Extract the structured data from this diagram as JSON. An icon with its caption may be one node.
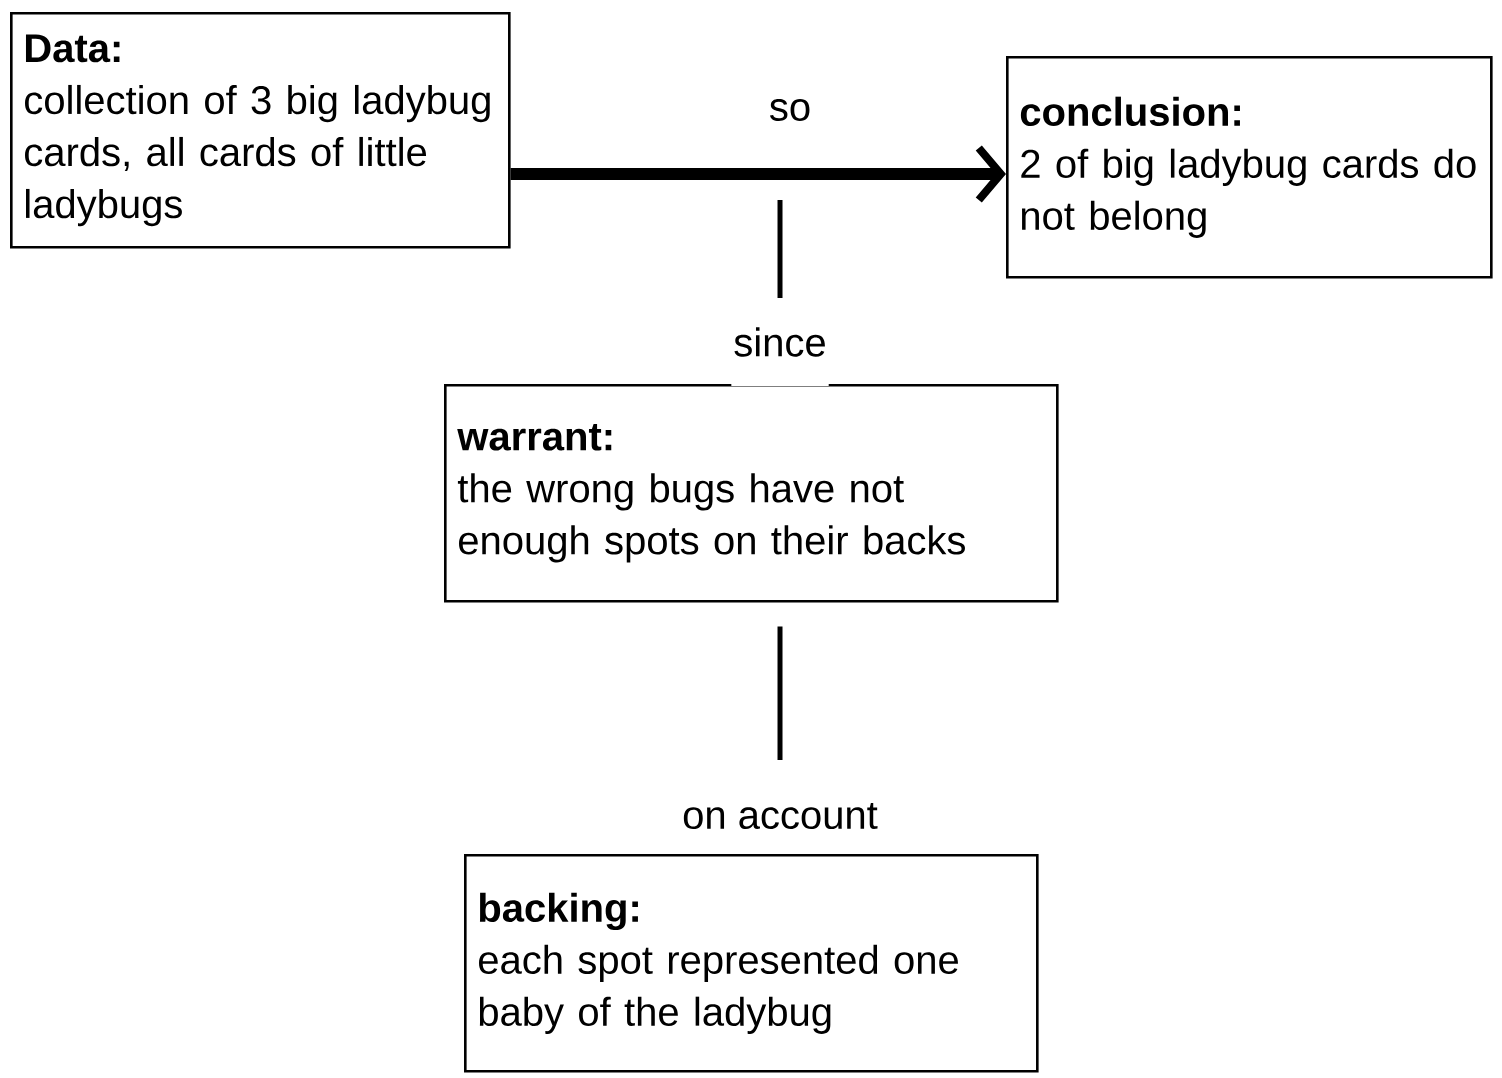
{
  "diagram": {
    "nodes": [
      {
        "text": [
          "Data:",
          "collection of 3 big ladybug cards, all cards of little ladybugs"
        ]
      },
      {
        "text": [
          "conclusion:",
          "2 of big ladybug cards do not belong"
        ]
      },
      {
        "text": [
          "warrant:",
          "the wrong bugs have not enough spots on their backs"
        ]
      },
      {
        "text": [
          "backing:",
          "each spot represented one baby of the ladybug"
        ]
      }
    ],
    "edges": [
      {
        "from": 0,
        "to": 1,
        "arrow": "to",
        "label": "so",
        "style": "thick"
      },
      {
        "from": 2,
        "to": null,
        "arrow": "none",
        "label": "since"
      },
      {
        "from": 3,
        "to": 2,
        "arrow": "none",
        "label": "on account"
      }
    ]
  }
}
